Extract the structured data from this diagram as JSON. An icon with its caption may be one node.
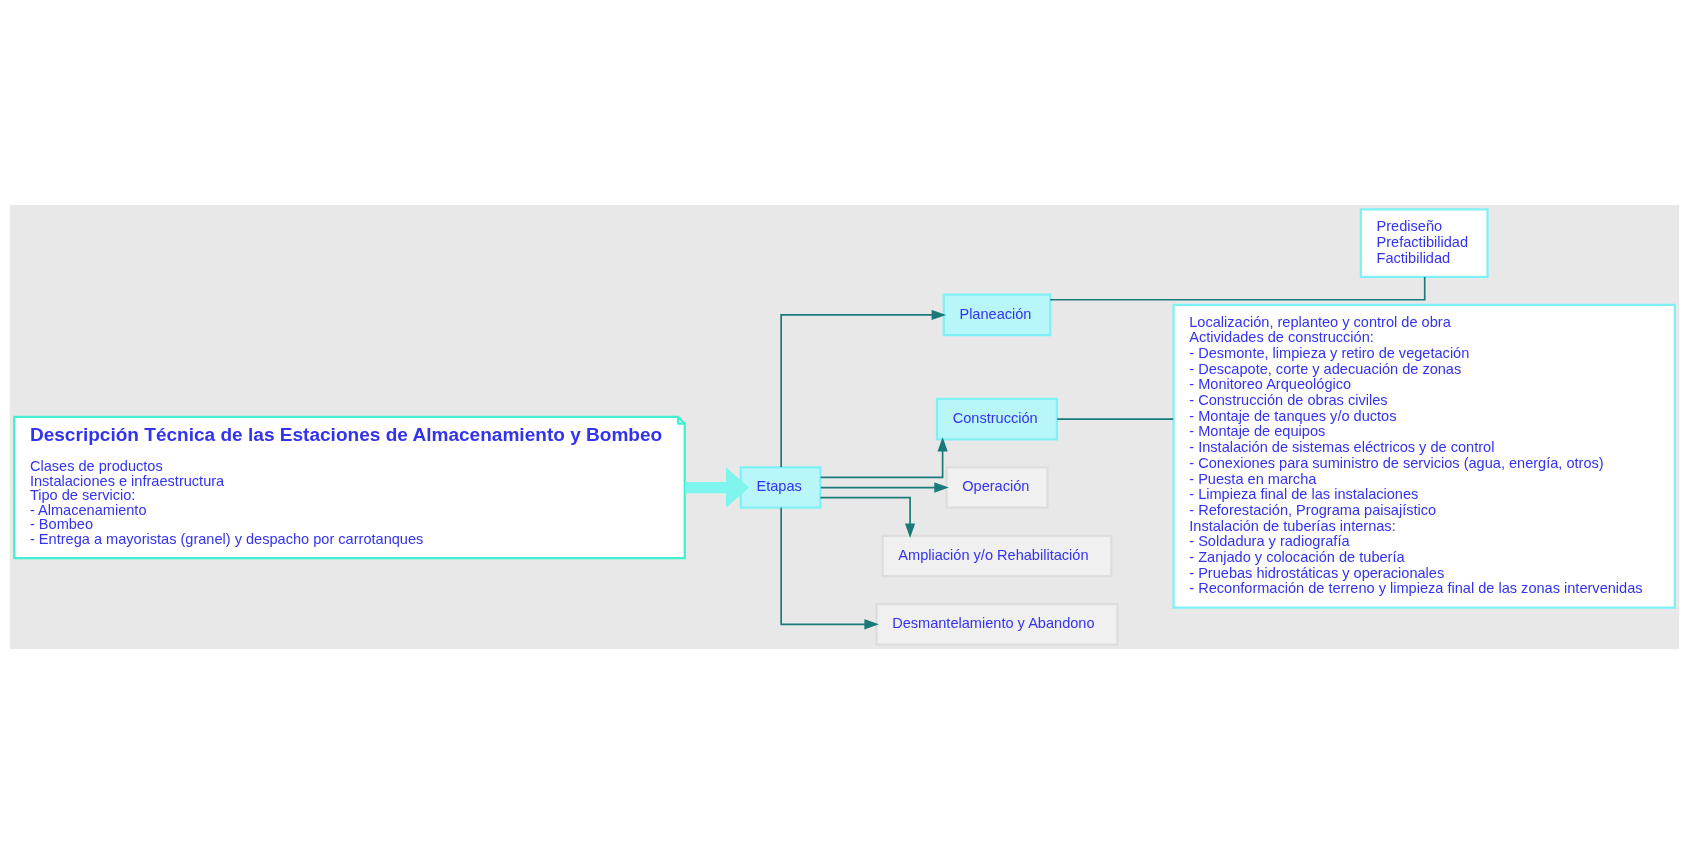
{
  "diagram": {
    "nodes": [
      {
        "text": [
          "Descripción Técnica de las Estaciones de Almacenamiento y Bombeo",
          "Clases de productos",
          "Instalaciones e infraestructura",
          "Tipo de servicio:",
          "- Almacenamiento",
          "- Bombeo",
          "- Entrega a mayoristas (granel) y despacho por carrotanques"
        ]
      },
      {
        "text": [
          "Etapas"
        ]
      },
      {
        "text": [
          "Planeación"
        ]
      },
      {
        "text": [
          "Prediseño",
          "Prefactibilidad",
          "Factibilidad"
        ]
      },
      {
        "text": [
          "Construcción"
        ]
      },
      {
        "text": [
          "Localización, replanteo y control de obra",
          "Actividades de construcción:",
          "- Desmonte, limpieza y retiro de vegetación",
          "- Descapote, corte y adecuación de zonas",
          "- Monitoreo Arqueológico",
          "- Construcción de obras civiles",
          "- Montaje de tanques y/o ductos",
          "- Montaje de equipos",
          "- Instalación de sistemas eléctricos y de control",
          "- Conexiones para suministro de servicios (agua, energía, otros)",
          "- Puesta en marcha",
          "- Limpieza final de las instalaciones",
          "- Reforestación, Programa paisajístico",
          "Instalación de tuberías internas:",
          "- Soldadura y radiografía",
          "- Zanjado y colocación de tubería",
          "- Pruebas hidrostáticas y operacionales",
          "- Reconformación de terreno y limpieza final de las zonas intervenidas"
        ]
      },
      {
        "text": [
          "Operación"
        ]
      },
      {
        "text": [
          "Ampliación y/o Rehabilitación"
        ]
      },
      {
        "text": [
          "Desmantelamiento y Abandono"
        ]
      }
    ],
    "edges": [
      {
        "from": 0,
        "to": 1,
        "arrow": "to",
        "style": "thick",
        "color": "#7ff5ee"
      },
      {
        "from": 1,
        "to": 2,
        "arrow": "to"
      },
      {
        "from": 1,
        "to": 4,
        "arrow": "to"
      },
      {
        "from": 1,
        "to": 6,
        "arrow": "to"
      },
      {
        "from": 1,
        "to": 7,
        "arrow": "to"
      },
      {
        "from": 1,
        "to": 8,
        "arrow": "to"
      },
      {
        "from": 2,
        "to": 3,
        "arrow": "none"
      },
      {
        "from": 4,
        "to": 5,
        "arrow": "none"
      }
    ]
  }
}
